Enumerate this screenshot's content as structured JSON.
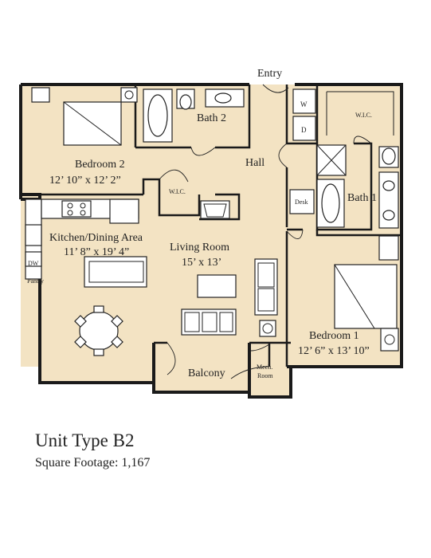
{
  "title": "Unit Type B2",
  "square_footage": "Square Footage: 1,167",
  "colors": {
    "floor": "#f3e3c3",
    "walls": "#1a1a1a",
    "fixtures": "#ffffff"
  },
  "rooms": {
    "entry": {
      "name": "Entry"
    },
    "bedroom2": {
      "name": "Bedroom 2",
      "size": "12’ 10” x 12’ 2”"
    },
    "bath2": {
      "name": "Bath 2"
    },
    "hall": {
      "name": "Hall"
    },
    "wic_left": {
      "name": "W.I.C."
    },
    "wic_right": {
      "name": "W.I.C."
    },
    "washer": {
      "name": "W"
    },
    "dryer": {
      "name": "D"
    },
    "desk": {
      "name": "Desk"
    },
    "bath1": {
      "name": "Bath 1"
    },
    "kitchen": {
      "name": "Kitchen/Dining Area",
      "size": "11’ 8” x 19’ 4”"
    },
    "living": {
      "name": "Living Room",
      "size": "15’ x 13’"
    },
    "dw": {
      "name": "DW"
    },
    "pantry": {
      "name": "Pantry"
    },
    "bedroom1": {
      "name": "Bedroom 1",
      "size": "12’ 6” x 13’ 10”"
    },
    "balcony": {
      "name": "Balcony"
    },
    "mech": {
      "name_line1": "Mech.",
      "name_line2": "Room"
    }
  }
}
